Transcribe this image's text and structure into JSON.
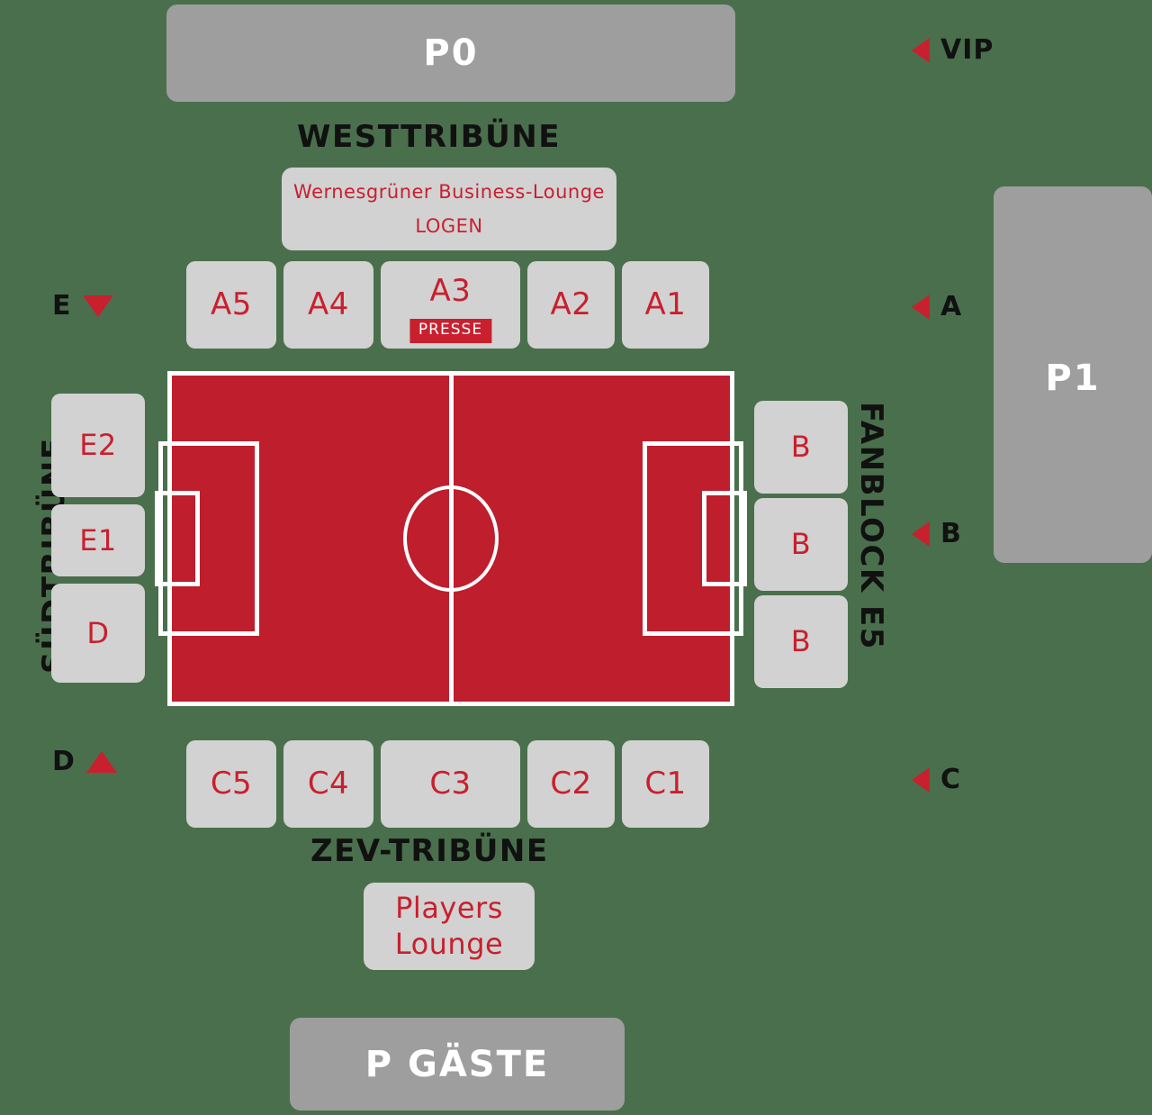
{
  "parking": {
    "p0": "P0",
    "p1": "P1",
    "p_gaeste": "P GÄSTE"
  },
  "headings": {
    "west": "WESTTRIBÜNE",
    "sued": "SÜDTRIBÜNE",
    "zev": "ZEV-TRIBÜNE",
    "fanblock": "FANBLOCK E5"
  },
  "lounge": {
    "sponsor_line": "Wernesgrüner Business-Lounge",
    "type_line": "LOGEN"
  },
  "players_lounge": {
    "line1": "Players",
    "line2": "Lounge"
  },
  "blocks": {
    "a_row": [
      "A5",
      "A4",
      "A3",
      "A2",
      "A1"
    ],
    "c_row": [
      "C5",
      "C4",
      "C3",
      "C2",
      "C1"
    ],
    "west_side": [
      "E2",
      "E1",
      "D"
    ],
    "east_side": [
      "B",
      "B",
      "B"
    ]
  },
  "badges": {
    "presse": "PRESSE"
  },
  "entrances": [
    {
      "label": "VIP",
      "arrow": "triangle-left-icon"
    },
    {
      "label": "A",
      "arrow": "triangle-left-icon"
    },
    {
      "label": "B",
      "arrow": "triangle-left-icon"
    },
    {
      "label": "C",
      "arrow": "triangle-left-icon"
    },
    {
      "label": "E",
      "arrow": "triangle-down-icon"
    },
    {
      "label": "D",
      "arrow": "triangle-up-icon"
    }
  ],
  "colors": {
    "accent_red": "#c8202e",
    "pitch_red": "#bf1e2d",
    "block_gray": "#d2d2d2",
    "parking_gray": "#9e9e9e",
    "background_green": "#4a6f4c",
    "line_white": "#ffffff"
  }
}
